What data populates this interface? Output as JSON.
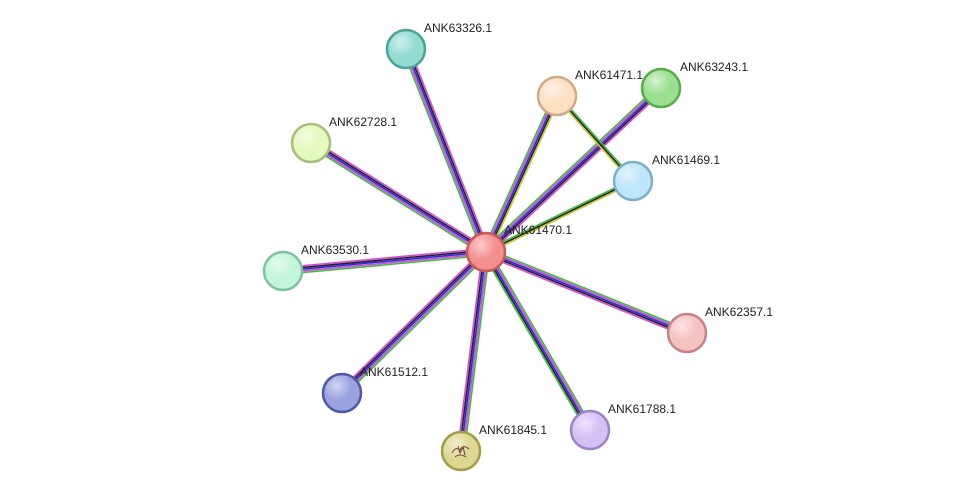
{
  "network": {
    "center": "ANK61470.1",
    "edge_colors": [
      "#3dbb3d",
      "#d64ad6",
      "#2a2ae0",
      "#222222",
      "#c8c832"
    ],
    "nodes": [
      {
        "id": "ANK61470.1",
        "label": "ANK61470.1",
        "fill": "#f48f8f",
        "stroke": "#c65a5a"
      },
      {
        "id": "ANK63326.1",
        "label": "ANK63326.1",
        "fill": "#93dcd2",
        "stroke": "#4da39a"
      },
      {
        "id": "ANK61471.1",
        "label": "ANK61471.1",
        "fill": "#fde0c4",
        "stroke": "#cfaa84"
      },
      {
        "id": "ANK63243.1",
        "label": "ANK63243.1",
        "fill": "#9be08f",
        "stroke": "#5aaa4e"
      },
      {
        "id": "ANK61469.1",
        "label": "ANK61469.1",
        "fill": "#bde6fb",
        "stroke": "#7eaec8"
      },
      {
        "id": "ANK62728.1",
        "label": "ANK62728.1",
        "fill": "#e4f9bd",
        "stroke": "#a7be7c"
      },
      {
        "id": "ANK63530.1",
        "label": "ANK63530.1",
        "fill": "#c3f5da",
        "stroke": "#7dc3a0"
      },
      {
        "id": "ANK62357.1",
        "label": "ANK62357.1",
        "fill": "#f5c2c4",
        "stroke": "#c58487"
      },
      {
        "id": "ANK61512.1",
        "label": "ANK61512.1",
        "fill": "#9aa2df",
        "stroke": "#4f59a3"
      },
      {
        "id": "ANK61845.1",
        "label": "ANK61845.1",
        "fill": "#dcd891",
        "stroke": "#a39d48"
      },
      {
        "id": "ANK61788.1",
        "label": "ANK61788.1",
        "fill": "#d5c2f5",
        "stroke": "#9b84c6"
      }
    ],
    "edges": [
      {
        "from": "ANK61470.1",
        "to": "ANK63326.1",
        "channels": [
          0,
          1,
          2,
          3,
          1
        ]
      },
      {
        "from": "ANK61470.1",
        "to": "ANK61471.1",
        "channels": [
          0,
          1,
          2,
          3,
          4
        ]
      },
      {
        "from": "ANK61470.1",
        "to": "ANK63243.1",
        "channels": [
          0,
          1,
          2,
          3,
          1
        ]
      },
      {
        "from": "ANK61470.1",
        "to": "ANK61469.1",
        "channels": [
          0,
          3,
          4
        ]
      },
      {
        "from": "ANK61470.1",
        "to": "ANK62728.1",
        "channels": [
          0,
          1,
          2,
          3,
          1
        ]
      },
      {
        "from": "ANK61470.1",
        "to": "ANK63530.1",
        "channels": [
          0,
          1,
          2,
          3,
          1
        ]
      },
      {
        "from": "ANK61470.1",
        "to": "ANK62357.1",
        "channels": [
          0,
          1,
          2,
          3,
          1
        ]
      },
      {
        "from": "ANK61470.1",
        "to": "ANK61512.1",
        "channels": [
          0,
          1,
          2,
          3,
          1
        ]
      },
      {
        "from": "ANK61470.1",
        "to": "ANK61845.1",
        "channels": [
          0,
          1,
          2,
          3,
          1
        ]
      },
      {
        "from": "ANK61470.1",
        "to": "ANK61788.1",
        "channels": [
          0,
          1,
          2,
          3,
          0
        ]
      },
      {
        "from": "ANK61471.1",
        "to": "ANK61469.1",
        "channels": [
          0,
          3,
          4
        ]
      }
    ]
  }
}
